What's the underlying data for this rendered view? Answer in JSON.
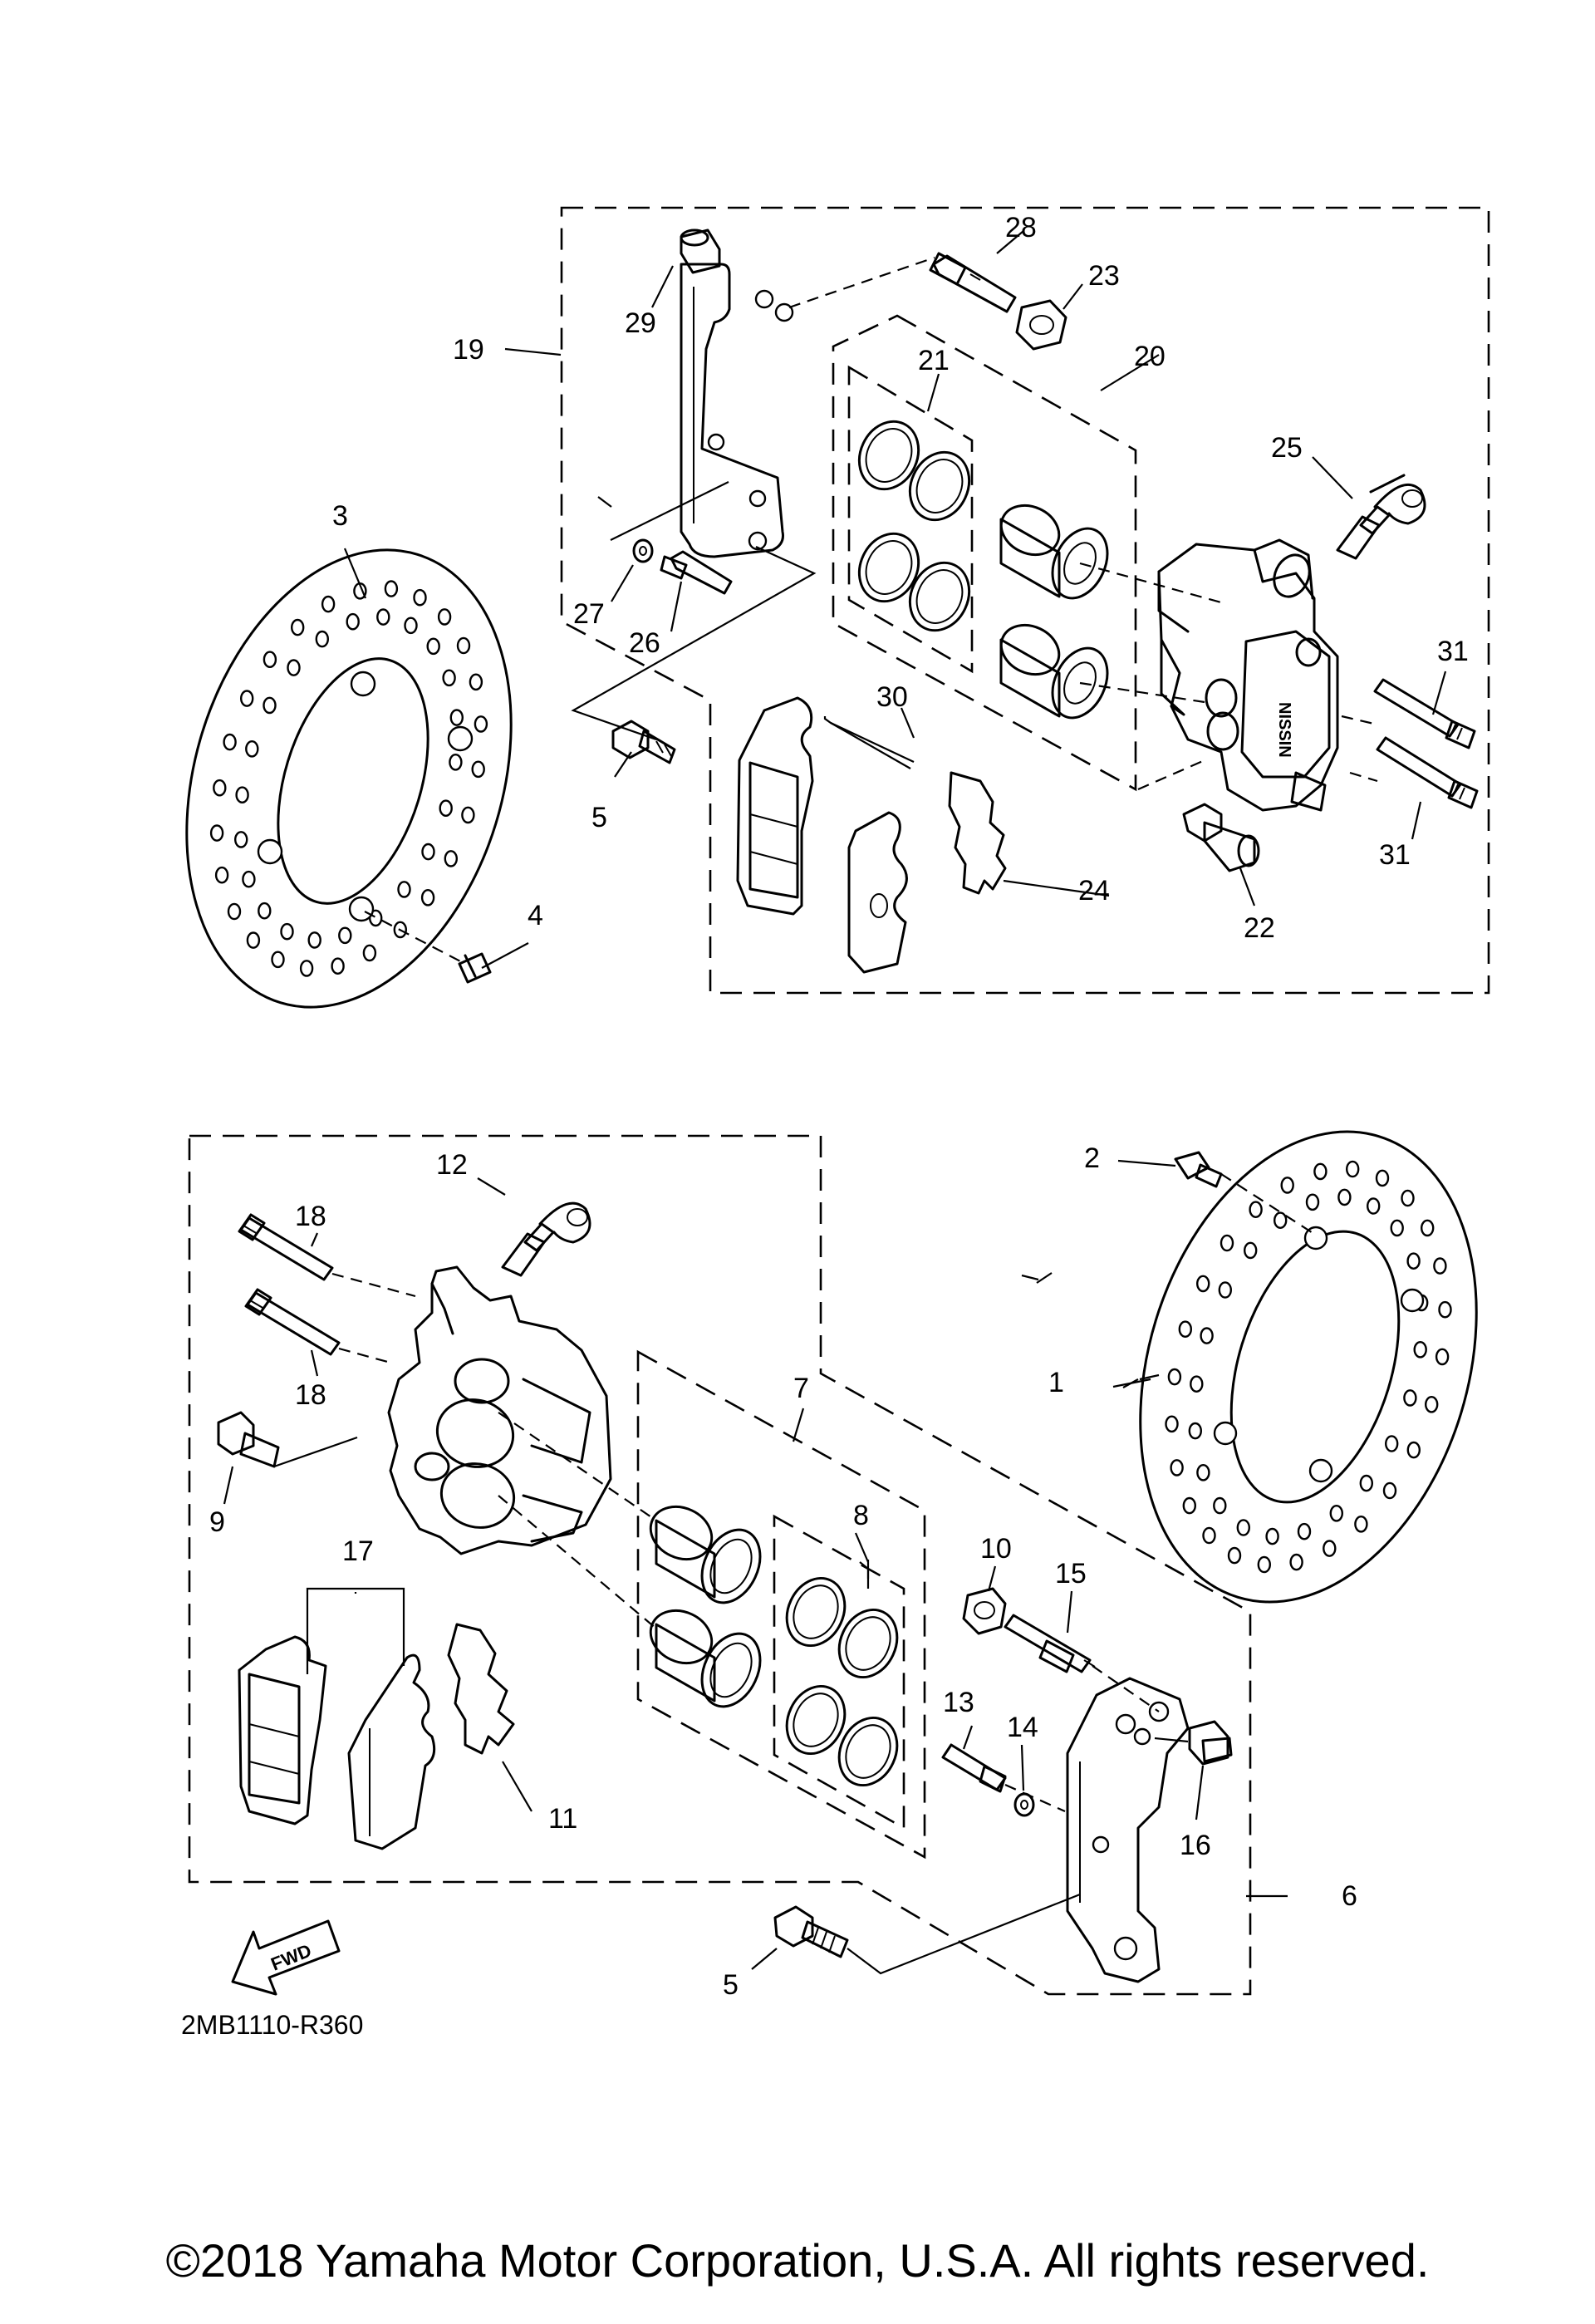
{
  "diagram": {
    "part_code": "2MB1110-R360",
    "direction_label": "FWD",
    "caliper_brand": "NISSIN",
    "copyright": "©2018 Yamaha Motor Corporation, U.S.A. All rights reserved."
  },
  "callouts": [
    {
      "id": "1",
      "label": "1"
    },
    {
      "id": "2",
      "label": "2"
    },
    {
      "id": "3",
      "label": "3"
    },
    {
      "id": "4",
      "label": "4"
    },
    {
      "id": "5a",
      "label": "5"
    },
    {
      "id": "5b",
      "label": "5"
    },
    {
      "id": "6",
      "label": "6"
    },
    {
      "id": "7",
      "label": "7"
    },
    {
      "id": "8",
      "label": "8"
    },
    {
      "id": "9",
      "label": "9"
    },
    {
      "id": "10",
      "label": "10"
    },
    {
      "id": "11",
      "label": "11"
    },
    {
      "id": "12",
      "label": "12"
    },
    {
      "id": "13",
      "label": "13"
    },
    {
      "id": "14",
      "label": "14"
    },
    {
      "id": "15",
      "label": "15"
    },
    {
      "id": "16",
      "label": "16"
    },
    {
      "id": "17",
      "label": "17"
    },
    {
      "id": "18a",
      "label": "18"
    },
    {
      "id": "18b",
      "label": "18"
    },
    {
      "id": "19",
      "label": "19"
    },
    {
      "id": "20",
      "label": "20"
    },
    {
      "id": "21",
      "label": "21"
    },
    {
      "id": "22",
      "label": "22"
    },
    {
      "id": "23",
      "label": "23"
    },
    {
      "id": "24",
      "label": "24"
    },
    {
      "id": "25",
      "label": "25"
    },
    {
      "id": "26",
      "label": "26"
    },
    {
      "id": "27",
      "label": "27"
    },
    {
      "id": "28",
      "label": "28"
    },
    {
      "id": "29",
      "label": "29"
    },
    {
      "id": "30",
      "label": "30"
    },
    {
      "id": "31a",
      "label": "31"
    },
    {
      "id": "31b",
      "label": "31"
    }
  ]
}
